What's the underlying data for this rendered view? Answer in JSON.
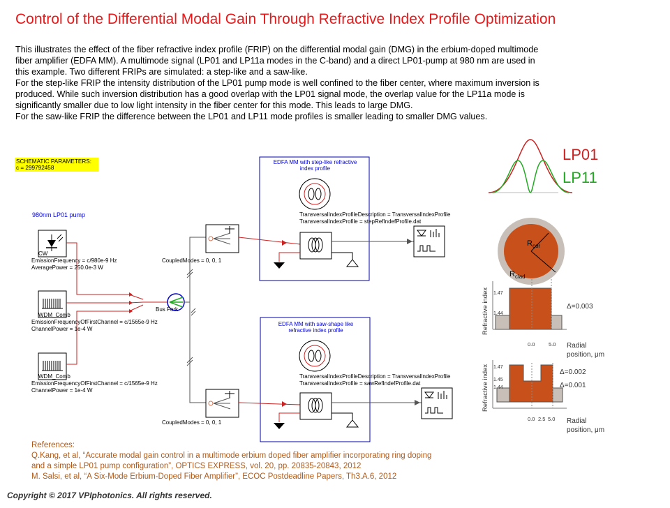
{
  "title": "Control of the Differential Modal Gain Through Refractive Index Profile Optimization",
  "description": [
    "This illustrates the effect of the fiber refractive index profile (FRIP) on the differential modal gain (DMG) in the erbium-doped multimode",
    "fiber amplifier (EDFA MM). A multimode signal (LP01 and LP11a modes in the C-band) and a direct LP01-pump at 980 nm are used in",
    "this example. Two different FRIPs are simulated: a step-like and a saw-like.",
    "For the step-like FRIP the intensity distribution of the LP01 pump mode is well confined to the fiber center, where maximum inversion is",
    "produced. While such inversion distribution has a good overlap with the LP01 signal mode, the overlap value for the LP11a mode is",
    "significantly smaller due to low light intensity in the fiber center for this mode. This leads to large DMG.",
    "For the saw-like FRIP the difference between the LP01 and LP11 mode profiles is smaller leading to smaller DMG values."
  ],
  "schematic": {
    "params_title": "SCHEMATIC PARAMETERS:",
    "params_value": "c = 299792458",
    "pump_label": "980nm LP01 pump",
    "cw_name": "CW",
    "cw_params": [
      "EmissionFrequency = c/980e-9 Hz",
      "AveragePower = 250.0e-3 W"
    ],
    "wdm1_name": "WDM_Comb",
    "wdm1_params": [
      "EmissionFrequencyOfFirstChannel = c/1565e-9 Hz",
      "ChannelPower = 1e-4 W"
    ],
    "wdm2_name": "WDM_Comb",
    "wdm2_params": [
      "EmissionFrequencyOfFirstChannel = c/1565e-9 Hz",
      "ChannelPower = 1e-4 W"
    ],
    "busfork_label": "Bus Fork",
    "coupled1": "CoupledModes = 0, 0, 1",
    "coupled2": "CoupledModes = 0, 0, 1",
    "edfa1_title": [
      "EDFA MM with step-like refractive",
      "index profile"
    ],
    "edfa1_params": [
      "TransversalIndexProfileDescription = TransversalIndexProfile",
      "TransversalIndexProfile = stepRefIndefProfile.dat"
    ],
    "edfa2_title": [
      "EDFA MM with saw-shape like",
      "refractive index profile"
    ],
    "edfa2_params": [
      "TransversalIndexProfileDescription = TransversalIndexProfile",
      "TransversalIndexProfile = sawRefIndefProfile.dat"
    ]
  },
  "modes": {
    "lp01": "LP01",
    "lp11": "LP11",
    "lp01_color": "#cc2222",
    "lp11_color": "#22aa22"
  },
  "fiber": {
    "rcor": "R",
    "rcor_sub": "cor",
    "rclad": "R",
    "rclad_sub": "clad",
    "core_color": "#c8501a"
  },
  "profile_step": {
    "ylabel": "Refractive index",
    "y_ticks": [
      "1.47",
      "1.44"
    ],
    "x_ticks": [
      "0.0",
      "5.0"
    ],
    "delta": "Δ=0.003",
    "xlabel": [
      "Radial",
      "position, μm"
    ]
  },
  "profile_saw": {
    "ylabel": "Refractive index",
    "y_ticks": [
      "1.47",
      "1.45",
      "1.44"
    ],
    "x_ticks": [
      "0.0",
      "2.5",
      "5.0"
    ],
    "delta1": "Δ=0.002",
    "delta2": "Δ=0.001",
    "xlabel": [
      "Radial",
      "position, μm"
    ]
  },
  "references": {
    "heading": "References:",
    "lines": [
      "Q.Kang, et al, “Accurate modal gain control in a multimode erbium doped fiber amplifier incorporating ring doping",
      "and a simple LP01 pump configuration”, OPTICS EXPRESS, vol. 20, pp. 20835-20843, 2012",
      "M. Salsi, et al, “A Six-Mode Erbium-Doped Fiber Amplifier”, ECOC Postdeadline Papers, Th3.A.6, 2012"
    ]
  },
  "copyright": "Copyright © 2017 VPIphotonics. All rights reserved."
}
